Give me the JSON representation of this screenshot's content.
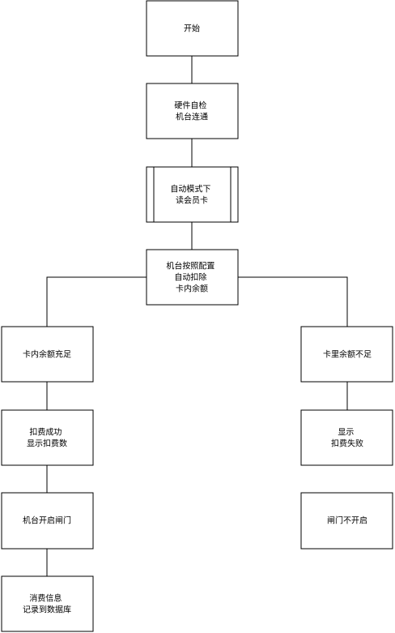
{
  "flowchart": {
    "nodes": {
      "start": {
        "lines": [
          "开始"
        ]
      },
      "selfcheck": {
        "lines": [
          "硬件自检",
          "机台连通"
        ]
      },
      "read_card": {
        "lines": [
          "自动模式下",
          "读会员卡"
        ]
      },
      "deduct": {
        "lines": [
          "机台按照配置",
          "自动扣除",
          "卡内余额"
        ]
      },
      "sufficient": {
        "lines": [
          "卡内余额充足"
        ]
      },
      "success": {
        "lines": [
          "扣费成功",
          "显示扣费数"
        ]
      },
      "open_gate": {
        "lines": [
          "机台开启闸门"
        ]
      },
      "record": {
        "lines": [
          "消费信息",
          "记录到数据库"
        ]
      },
      "insufficient": {
        "lines": [
          "卡里余额不足"
        ]
      },
      "fail": {
        "lines": [
          "显示",
          "扣费失败"
        ]
      },
      "gate_closed": {
        "lines": [
          "闸门不开启"
        ]
      }
    }
  }
}
